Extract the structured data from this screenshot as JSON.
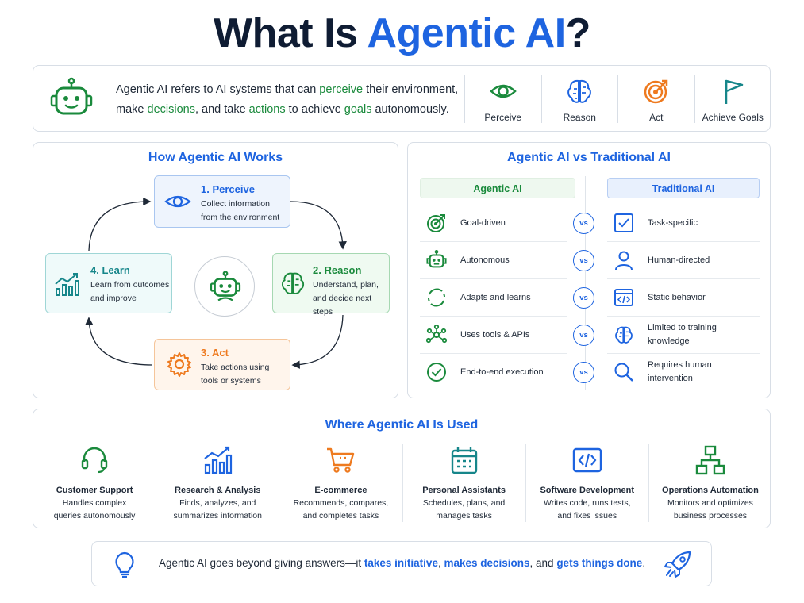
{
  "title": {
    "part1": "What Is ",
    "part2": "Agentic AI",
    "part3": "?"
  },
  "intro": {
    "t1": "Agentic AI refers to AI systems that can ",
    "perceive": "perceive",
    "t2": " their environment,",
    "t3": "make ",
    "decisions": "decisions",
    "t4": ", and take ",
    "actions": "actions",
    "t5": " to achieve ",
    "goals": "goals",
    "t6": " autonomously.",
    "pills": [
      "Perceive",
      "Reason",
      "Act",
      "Achieve Goals"
    ]
  },
  "how": {
    "title": "How Agentic AI Works",
    "perceive": {
      "title": "1. Perceive",
      "d1": "Collect information",
      "d2": "from the environment"
    },
    "reason": {
      "title": "2. Reason",
      "d1": "Understand, plan,",
      "d2": "and decide next steps"
    },
    "act": {
      "title": "3. Act",
      "d1": "Take actions using",
      "d2": "tools or systems"
    },
    "learn": {
      "title": "4. Learn",
      "d1": "Learn from outcomes",
      "d2": "and improve"
    }
  },
  "compare": {
    "title": "Agentic AI vs Traditional AI",
    "head_a": "Agentic AI",
    "head_t": "Traditional AI",
    "vs": "vs",
    "rows": [
      {
        "a": "Goal-driven",
        "t1": "Task-specific",
        "t2": ""
      },
      {
        "a": "Autonomous",
        "t1": "Human-directed",
        "t2": ""
      },
      {
        "a": "Adapts and learns",
        "t1": "Static behavior",
        "t2": ""
      },
      {
        "a": "Uses tools & APIs",
        "t1": "Limited to training",
        "t2": "knowledge"
      },
      {
        "a": "End-to-end execution",
        "t1": "Requires human",
        "t2": "intervention"
      }
    ]
  },
  "uses": {
    "title": "Where Agentic AI Is Used",
    "items": [
      {
        "title": "Customer Support",
        "d1": "Handles complex",
        "d2": "queries autonomously"
      },
      {
        "title": "Research & Analysis",
        "d1": "Finds, analyzes, and",
        "d2": "summarizes information"
      },
      {
        "title": "E-commerce",
        "d1": "Recommends, compares,",
        "d2": "and completes tasks"
      },
      {
        "title": "Personal Assistants",
        "d1": "Schedules, plans, and",
        "d2": "manages tasks"
      },
      {
        "title": "Software Development",
        "d1": "Writes code, runs tests,",
        "d2": "and fixes issues"
      },
      {
        "title": "Operations Automation",
        "d1": "Monitors and optimizes",
        "d2": "business processes"
      }
    ]
  },
  "footer": {
    "t1": "Agentic AI goes beyond giving answers—it ",
    "b1": "takes initiative",
    "t2": ", ",
    "b2": "makes decisions",
    "t3": ", and ",
    "b3": "gets things done",
    "t4": "."
  },
  "colors": {
    "blue": "#1e64e0",
    "green": "#1a8a3c",
    "orange": "#ee7a1f",
    "teal": "#16868a",
    "navy": "#0f1c33"
  }
}
